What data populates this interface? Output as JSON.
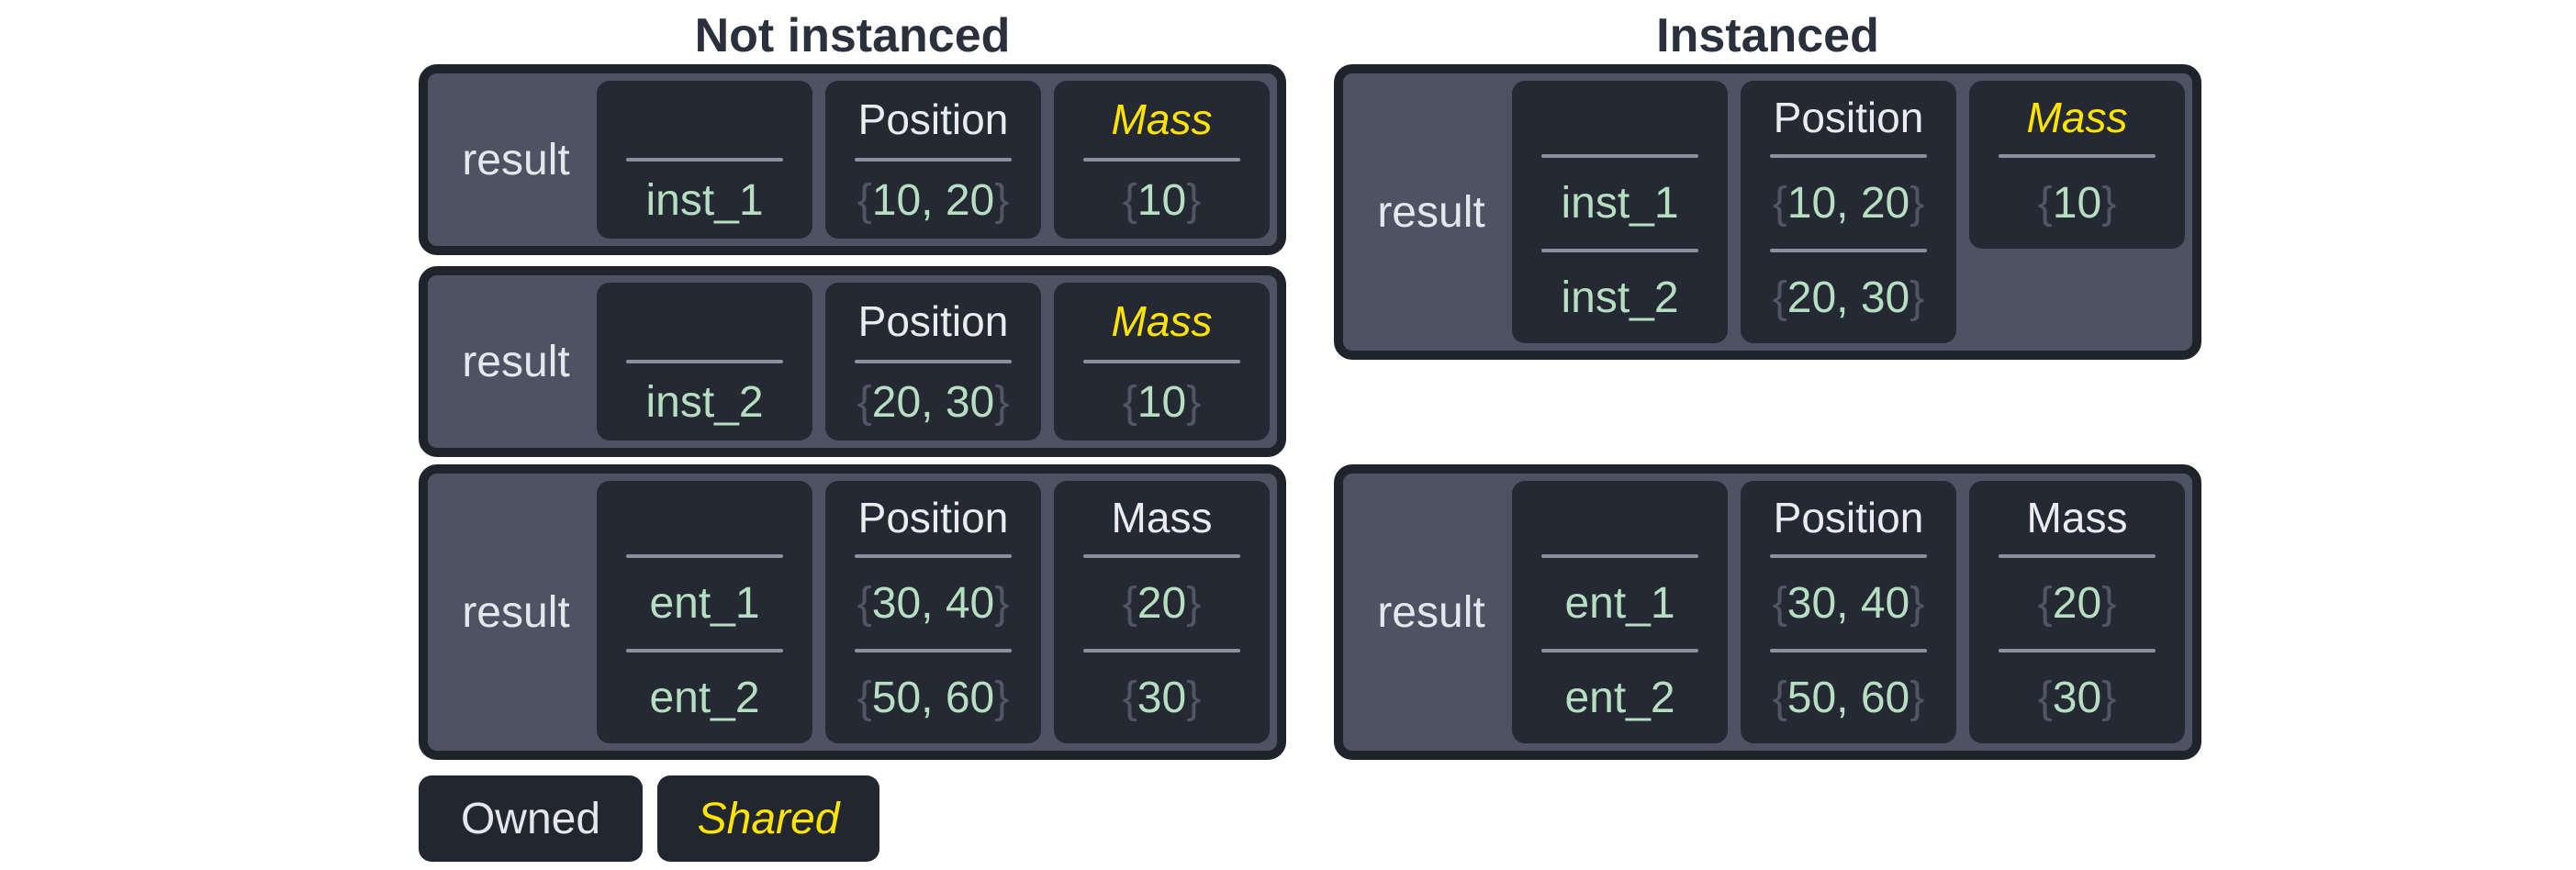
{
  "titles": {
    "left": "Not instanced",
    "right": "Instanced"
  },
  "boxes": {
    "left": [
      {
        "label": "result",
        "columns": [
          {
            "header": "",
            "values": [
              "inst_1"
            ]
          },
          {
            "header": "Position",
            "values": [
              "{10, 20}"
            ]
          },
          {
            "header": "Mass",
            "shared": true,
            "values": [
              "{10}"
            ]
          }
        ]
      },
      {
        "label": "result",
        "columns": [
          {
            "header": "",
            "values": [
              "inst_2"
            ]
          },
          {
            "header": "Position",
            "values": [
              "{20, 30}"
            ]
          },
          {
            "header": "Mass",
            "shared": true,
            "values": [
              "{10}"
            ]
          }
        ]
      },
      {
        "label": "result",
        "columns": [
          {
            "header": "",
            "values": [
              "ent_1",
              "ent_2"
            ]
          },
          {
            "header": "Position",
            "values": [
              "{30, 40}",
              "{50, 60}"
            ]
          },
          {
            "header": "Mass",
            "shared": false,
            "values": [
              "{20}",
              "{30}"
            ]
          }
        ]
      }
    ],
    "right": [
      {
        "label": "result",
        "columns": [
          {
            "header": "",
            "values": [
              "inst_1",
              "inst_2"
            ]
          },
          {
            "header": "Position",
            "values": [
              "{10, 20}",
              "{20, 30}"
            ]
          },
          {
            "header": "Mass",
            "shared": true,
            "values": [
              "{10}"
            ]
          }
        ]
      },
      {
        "label": "result",
        "columns": [
          {
            "header": "",
            "values": [
              "ent_1",
              "ent_2"
            ]
          },
          {
            "header": "Position",
            "values": [
              "{30, 40}",
              "{50, 60}"
            ]
          },
          {
            "header": "Mass",
            "shared": false,
            "values": [
              "{20}",
              "{30}"
            ]
          }
        ]
      }
    ]
  },
  "legend": {
    "owned": "Owned",
    "shared": "Shared"
  },
  "colors": {
    "page_bg": "#ffffff",
    "title_text": "#2a303c",
    "box_fill": "#4d5363",
    "box_border": "#1f242c",
    "cell_bg": "#242933",
    "header_text": "#eaecf0",
    "shared_yellow": "#ffe400",
    "value_green": "#b5dfc0",
    "brace_gray": "#4f5664",
    "divider_gray": "#8b919c"
  }
}
